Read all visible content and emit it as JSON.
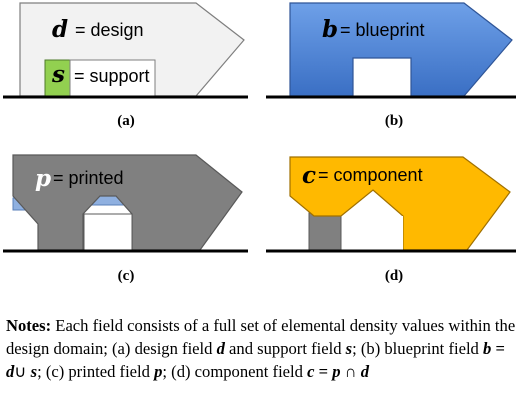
{
  "panels": [
    {
      "caption": "(a)",
      "letter": "d",
      "eq_text": "= design",
      "letter2": "s",
      "eq_text2": "= support",
      "colors": {
        "fill": "#f2f2f2",
        "stroke": "#7f7f7f",
        "support": "#92d050",
        "support_stroke": "#4e7a2a"
      }
    },
    {
      "caption": "(b)",
      "letter": "b",
      "eq_text": "= blueprint",
      "colors": {
        "fill": "#4f85d6",
        "stroke": "#2f5597"
      }
    },
    {
      "caption": "(c)",
      "letter": "p",
      "eq_text": "= printed",
      "colors": {
        "fill": "#808080",
        "stroke": "#595959",
        "gap": "#8fb0e0",
        "letter": "#ffffff"
      }
    },
    {
      "caption": "(d)",
      "letter": "c",
      "eq_text": "= component",
      "colors": {
        "fill": "#ffb900",
        "stroke": "#a07000",
        "post": "#808080"
      }
    }
  ],
  "notes": {
    "lead": "Notes:",
    "t1": " Each field consists of a full set of elemental density values within the design domain; (a) design field ",
    "v1": "d",
    "t2": " and support field ",
    "v2": "s",
    "t3": "; (b) blueprint field ",
    "v3": "b",
    "t4": " = ",
    "v4": "d",
    "t5": "∪ ",
    "v5": "s",
    "t6": "; (c) printed field ",
    "v6": "p",
    "t7": "; (d) component field ",
    "v7": "c",
    "t8": " = ",
    "v8": "p",
    "t9": " ∩ ",
    "v9": "d"
  }
}
